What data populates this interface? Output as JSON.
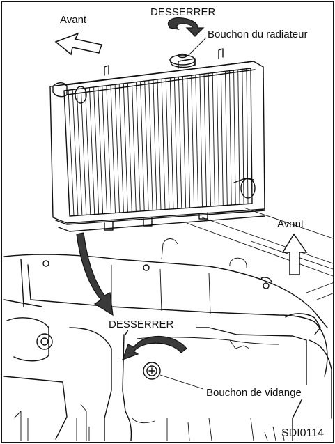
{
  "labels": {
    "avant_top": "Avant",
    "desserrer_top": "DESSERRER",
    "radiator_cap": "Bouchon du radiateur",
    "avant_right": "Avant",
    "desserrer_bottom": "DESSERRER",
    "drain_plug": "Bouchon de vidange",
    "figure_ref": "SDI0114"
  },
  "colors": {
    "ink": "#111111",
    "paper": "#ffffff",
    "arrow_fill": "#3a3a3a"
  }
}
